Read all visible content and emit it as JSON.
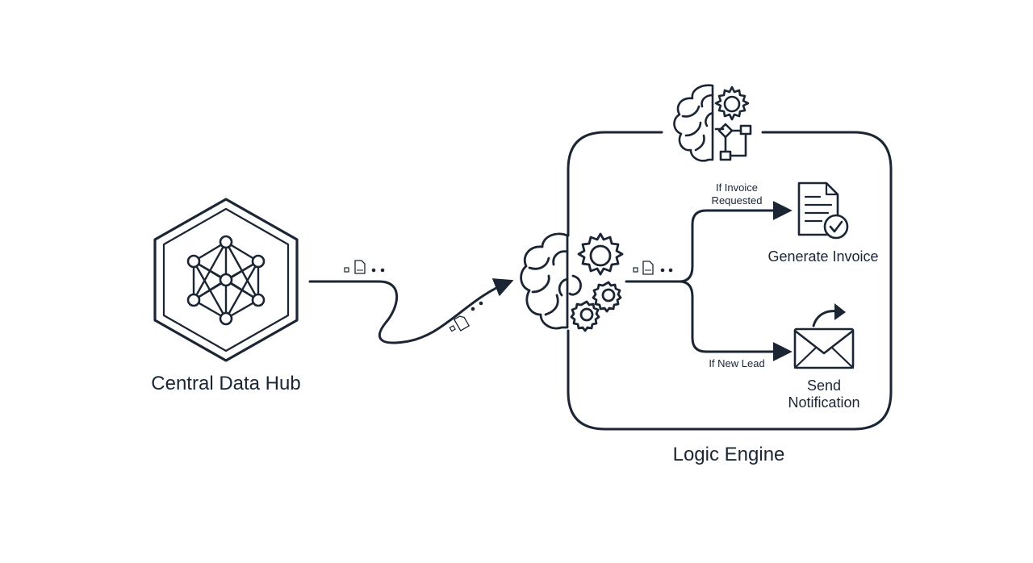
{
  "nodes": {
    "hub": {
      "label": "Central Data Hub"
    },
    "engine": {
      "label": "Logic Engine"
    },
    "invoice": {
      "label": "Generate Invoice"
    },
    "notify": {
      "label_line1": "Send",
      "label_line2": "Notification"
    }
  },
  "edges": {
    "invoice_condition": {
      "line1": "If Invoice",
      "line2": "Requested"
    },
    "lead_condition": {
      "label": "If New Lead"
    }
  },
  "colors": {
    "ink": "#1b2533",
    "background": "#ffffff"
  },
  "icons": {
    "hub": "network-hexagon-icon",
    "engine_header": "brain-gear-flowchart-icon",
    "engine_core": "brain-gears-icon",
    "invoice": "document-check-icon",
    "notify": "envelope-arrow-icon",
    "packet": "data-packet-icon"
  }
}
